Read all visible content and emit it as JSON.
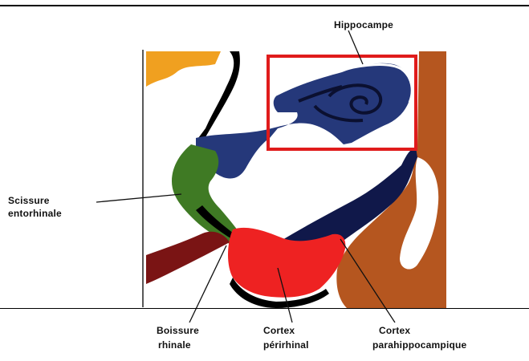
{
  "labels": {
    "hippocampe": "Hippocampe",
    "scissure_line1": "Scissure",
    "scissure_line2": "entorhinale",
    "boissure_line1": "Boissure",
    "boissure_line2": "rhinale",
    "cortex_perirhinal_line1": "Cortex",
    "cortex_perirhinal_line2": "périrhinal",
    "cortex_para_line1": "Cortex",
    "cortex_para_line2": "parahippocampique"
  },
  "colors": {
    "orange": "#f0a020",
    "brown": "#b5561f",
    "dark_navy": "#10184a",
    "hippocampus_blue": "#25387a",
    "green": "#3f7a24",
    "red": "#ee2222",
    "dark_red": "#7a1414",
    "highlight_box": "#e01b1b"
  }
}
